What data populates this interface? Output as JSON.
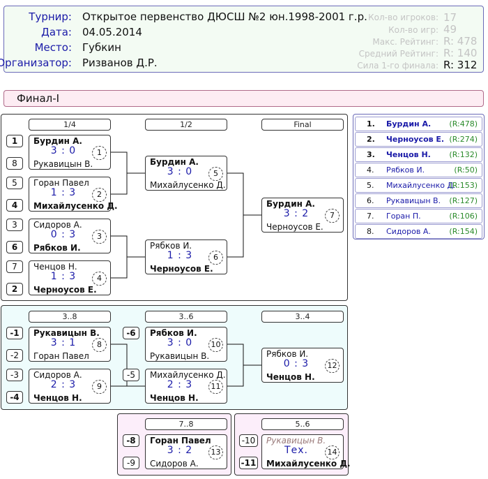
{
  "info": {
    "tournament_label": "Турнир:",
    "tournament": "Открытое первенство ДЮСШ №2 юн.1998-2001 г.р.",
    "date_label": "Дата:",
    "date": "04.05.2014",
    "place_label": "Место:",
    "place": "Губкин",
    "organizer_label": "Организатор:",
    "organizer": "Ризванов Д.Р.",
    "stats": [
      {
        "label": "Кол-во игроков:",
        "value": "17"
      },
      {
        "label": "Кол-во игр:",
        "value": "49"
      },
      {
        "label": "Макс. Рейтинг:",
        "value": "R: 478"
      },
      {
        "label": "Средний Рейтинг:",
        "value": "R: 140"
      },
      {
        "label": "Сила 1-го финала:",
        "value": "R: 312"
      }
    ]
  },
  "section_title": "Финал-I",
  "rounds": {
    "r14": "1/4",
    "r12": "1/2",
    "final": "Final",
    "r38": "3..8",
    "r36": "3..6",
    "r34": "3..4",
    "r78": "7..8",
    "r56": "5..6"
  },
  "seeds": {
    "s1": "1",
    "s8": "8",
    "s5": "5",
    "s4": "4",
    "s3": "3",
    "s6": "6",
    "s7": "7",
    "s2": "2",
    "m1": "-1",
    "m2": "-2",
    "m3": "-3",
    "m4": "-4",
    "m6": "-6",
    "m5": "-5",
    "m8": "-8",
    "m9": "-9",
    "m10": "-10",
    "m11": "-11"
  },
  "matches": {
    "m1": {
      "top": "Бурдин А.",
      "bottom": "Рукавицын В.",
      "score": "3 : 0",
      "num": "1"
    },
    "m2": {
      "top": "Горан Павел",
      "bottom": "Михайлусенко Д.",
      "score": "1 : 3",
      "num": "2"
    },
    "m3": {
      "top": "Сидоров А.",
      "bottom": "Рябков И.",
      "score": "0 : 3",
      "num": "3"
    },
    "m4": {
      "top": "Ченцов Н.",
      "bottom": "Черноусов Е.",
      "score": "1 : 3",
      "num": "4"
    },
    "m5": {
      "top": "Бурдин А.",
      "bottom": "Михайлусенко Д.",
      "score": "3 : 0",
      "num": "5"
    },
    "m6": {
      "top": "Рябков И.",
      "bottom": "Черноусов Е.",
      "score": "1 : 3",
      "num": "6"
    },
    "m7": {
      "top": "Бурдин А.",
      "bottom": "Черноусов Е.",
      "score": "3 : 2",
      "num": "7"
    },
    "m8": {
      "top": "Рукавицын В.",
      "bottom": "Горан Павел",
      "score": "3 : 1",
      "num": "8"
    },
    "m9": {
      "top": "Сидоров А.",
      "bottom": "Ченцов Н.",
      "score": "2 : 3",
      "num": "9"
    },
    "m10": {
      "top": "Рябков И.",
      "bottom": "Рукавицын В.",
      "score": "3 : 0",
      "num": "10"
    },
    "m11": {
      "top": "Михайлусенко Д.",
      "bottom": "Ченцов Н.",
      "score": "2 : 3",
      "num": "11"
    },
    "m12": {
      "top": "Рябков И.",
      "bottom": "Ченцов Н.",
      "score": "0 : 3",
      "num": "12"
    },
    "m13": {
      "top": "Горан Павел",
      "bottom": "Сидоров А.",
      "score": "3 : 2",
      "num": "13"
    },
    "m14": {
      "top": "Рукавицын В.",
      "bottom": "Михайлусенко Д.",
      "score": "Тех.",
      "num": "14"
    }
  },
  "standings": [
    {
      "pos": "1.",
      "name": "Бурдин А.",
      "rating": "(R:478)"
    },
    {
      "pos": "2.",
      "name": "Черноусов Е.",
      "rating": "(R:274)"
    },
    {
      "pos": "3.",
      "name": "Ченцов Н.",
      "rating": "(R:132)"
    },
    {
      "pos": "4.",
      "name": "Рябков И.",
      "rating": "(R:50)"
    },
    {
      "pos": "5.",
      "name": "Михайлусенко Д.",
      "rating": "(R:153)"
    },
    {
      "pos": "6.",
      "name": "Рукавицын В.",
      "rating": "(R:127)"
    },
    {
      "pos": "7.",
      "name": "Горан П.",
      "rating": "(R:106)"
    },
    {
      "pos": "8.",
      "name": "Сидоров А.",
      "rating": "(R:154)"
    }
  ],
  "colors": {
    "link": "#1a1aa8",
    "rating": "#2a8a2a",
    "panel_cyan": "#eefcfc",
    "panel_pink": "#fceefa"
  }
}
